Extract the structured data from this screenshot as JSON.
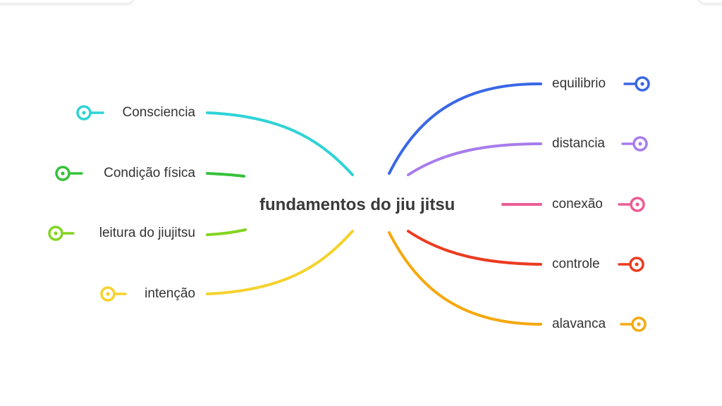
{
  "mindmap": {
    "center": {
      "label": "fundamentos do jiu jitsu"
    },
    "left_branches": [
      {
        "label": "Consciencia",
        "color": "#2fd3d6"
      },
      {
        "label": "Condição física",
        "color": "#35c23a"
      },
      {
        "label": "leitura do jiujitsu",
        "color": "#84d422"
      },
      {
        "label": "intenção",
        "color": "#f5d22a"
      }
    ],
    "right_branches": [
      {
        "label": "equilibrio",
        "color": "#3a67e6"
      },
      {
        "label": "distancia",
        "color": "#a77cec"
      },
      {
        "label": "conexão",
        "color": "#ec5c94"
      },
      {
        "label": "controle",
        "color": "#ec3b1f"
      },
      {
        "label": "alavanca",
        "color": "#f5a80e"
      }
    ]
  }
}
